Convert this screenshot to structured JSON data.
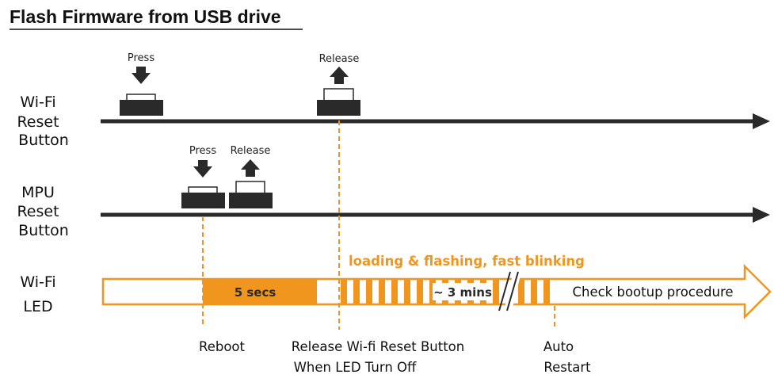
{
  "title": "Flash Firmware from USB drive",
  "rows": {
    "wifi_reset": [
      "Wi-Fi",
      "Reset",
      "Button"
    ],
    "mpu_reset": [
      "MPU",
      "Reset",
      "Button"
    ],
    "wifi_led": [
      "Wi-Fi",
      "LED"
    ]
  },
  "actions": {
    "wifi_press": "Press",
    "wifi_release": "Release",
    "mpu_press": "Press",
    "mpu_release": "Release"
  },
  "led": {
    "phase_label": "loading & flashing, fast blinking",
    "solid_label": "5 secs",
    "duration_label": "~ 3 mins",
    "final_label": "Check bootup procedure"
  },
  "events": {
    "reboot": "Reboot",
    "release_line1": "Release Wi-fi Reset Button",
    "release_line2": "When LED Turn Off",
    "auto_line1": "Auto",
    "auto_line2": "Restart"
  },
  "colors": {
    "accent": "#f0961e",
    "dark": "#2a2a2a"
  }
}
